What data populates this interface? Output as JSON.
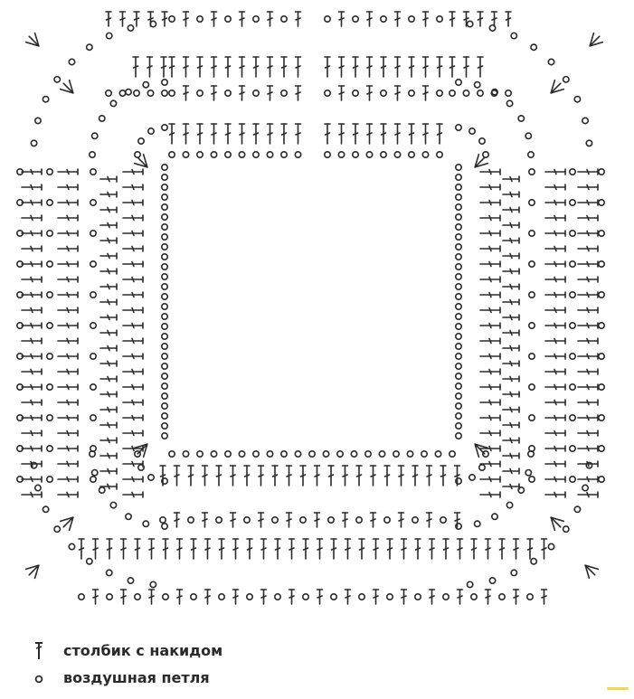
{
  "diagram": {
    "kind": "crochet-chart",
    "shape": "square frame with central opening",
    "rounds_outside_opening": 6,
    "stitch_color": "#2a2a2a",
    "background_color": "#ffffff",
    "symbols": [
      {
        "id": "dc",
        "icon": "double-crochet-icon"
      },
      {
        "id": "ch",
        "icon": "chain-stitch-icon"
      }
    ]
  },
  "legend": {
    "items": [
      {
        "symbol": "dc",
        "label": "столбик с накидом"
      },
      {
        "symbol": "ch",
        "label": "воздушная петля"
      }
    ]
  }
}
